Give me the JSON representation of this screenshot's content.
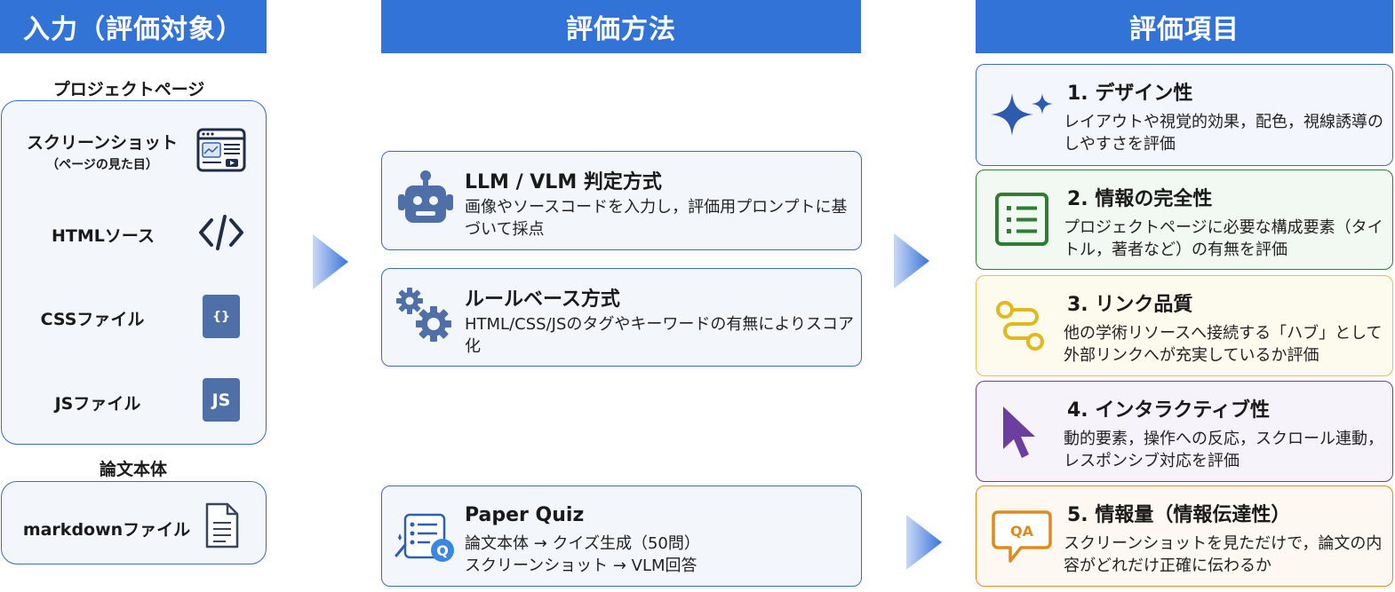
{
  "headers": {
    "input": "入力（評価対象）",
    "method": "評価方法",
    "items": "評価項目"
  },
  "inputs": {
    "project_label": "プロジェクトページ",
    "screenshot": "スクリーンショット",
    "screenshot_sub": "（ページの見た目）",
    "html": "HTMLソース",
    "css": "CSSファイル",
    "css_icon_text": "{}",
    "js": "JSファイル",
    "js_icon_text": "JS",
    "paper_label": "論文本体",
    "markdown": "markdownファイル"
  },
  "methods": [
    {
      "title": "LLM / VLM 判定方式",
      "desc": "画像やソースコードを入力し，評価用プロンプトに基づいて採点",
      "icon": "robot-icon"
    },
    {
      "title": "ルールベース方式",
      "desc": "HTML/CSS/JSのタグやキーワードの有無によりスコア化",
      "icon": "gears-icon"
    },
    {
      "title": "Paper Quiz",
      "desc_line1": "論文本体 → クイズ生成（50問）",
      "desc_line2": "スクリーンショット → VLM回答",
      "icon": "quiz-icon"
    }
  ],
  "items": [
    {
      "title": "1. デザイン性",
      "desc": "レイアウトや視覚的効果，配色，視線誘導のしやすさを評価",
      "icon": "sparkle-icon",
      "color": "#2d5bb0",
      "bg": "#f3f6fc"
    },
    {
      "title": "2. 情報の完全性",
      "desc": "プロジェクトページに必要な構成要素（タイトル，著者など）の有無を評価",
      "icon": "checklist-icon",
      "color": "#2e7d32",
      "bg": "#f2f8f2"
    },
    {
      "title": "3. リンク品質",
      "desc": "他の学術リソースへ接続する「ハブ」として外部リンクへが充実しているか評価",
      "icon": "link-route-icon",
      "color": "#e3b81c",
      "bg": "#fdfaee"
    },
    {
      "title": "4. インタラクティブ性",
      "desc": "動的要素，操作への反応，スクロール連動，レスポンシブ対応を評価",
      "icon": "cursor-icon",
      "color": "#6a3fa0",
      "bg": "#f6f3fa"
    },
    {
      "title": "5. 情報量（情報伝達性）",
      "desc": "スクリーンショットを見ただけで，論文の内容がどれだけ正確に伝わるか",
      "icon": "qa-bubble-icon",
      "icon_text": "QA",
      "color": "#e08a1e",
      "bg": "#fdf8f1"
    }
  ]
}
